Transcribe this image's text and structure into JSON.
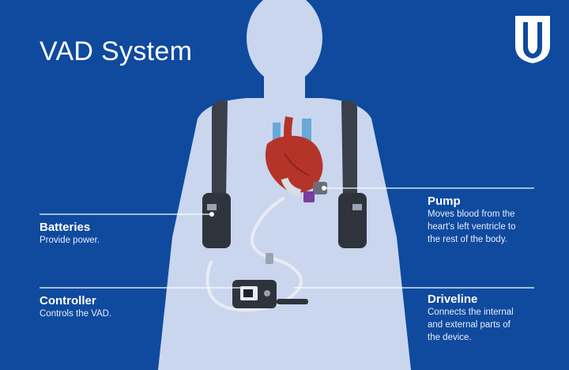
{
  "title": "VAD System",
  "labels": {
    "batteries": {
      "heading": "Batteries",
      "description": [
        "Provide power."
      ]
    },
    "controller": {
      "heading": "Controller",
      "description": [
        "Controls the VAD."
      ]
    },
    "pump": {
      "heading": "Pump",
      "description": [
        "Moves blood from the",
        "heart's left ventricle to",
        "the rest of the body."
      ]
    },
    "driveline": {
      "heading": "Driveline",
      "description": [
        "Connects the internal",
        "and external parts of",
        "the device."
      ]
    }
  },
  "colors": {
    "background": "#0f4a9e",
    "body": "#c9d6ee",
    "strap": "#3a3f4a",
    "heart": "#b5342a",
    "vessels": "#6aa8d8",
    "leader_line": "#ffffff"
  }
}
